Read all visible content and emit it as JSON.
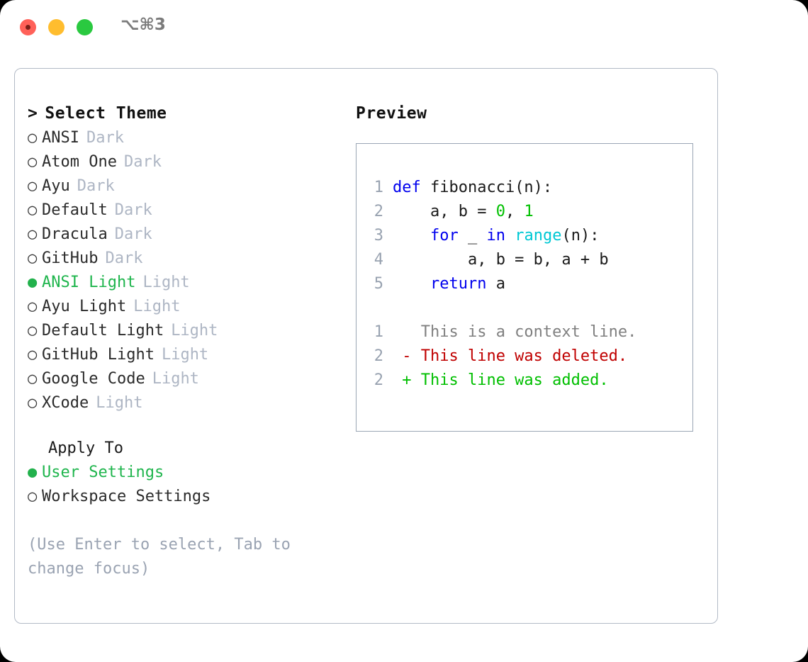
{
  "titlebar": {
    "shortcut": "⌥⌘3",
    "buttons": {
      "close": "close-window",
      "minimize": "minimize-window",
      "maximize": "maximize-window"
    }
  },
  "theme_selector": {
    "header": "Select Theme",
    "caret": ">",
    "bullet_selected": "●",
    "bullet_unselected": "○",
    "items": [
      {
        "name": "ANSI",
        "mode": "Dark",
        "selected": false
      },
      {
        "name": "Atom One",
        "mode": "Dark",
        "selected": false
      },
      {
        "name": "Ayu",
        "mode": "Dark",
        "selected": false
      },
      {
        "name": "Default",
        "mode": "Dark",
        "selected": false
      },
      {
        "name": "Dracula",
        "mode": "Dark",
        "selected": false
      },
      {
        "name": "GitHub",
        "mode": "Dark",
        "selected": false
      },
      {
        "name": "ANSI Light",
        "mode": "Light",
        "selected": true
      },
      {
        "name": "Ayu Light",
        "mode": "Light",
        "selected": false
      },
      {
        "name": "Default Light",
        "mode": "Light",
        "selected": false
      },
      {
        "name": "GitHub Light",
        "mode": "Light",
        "selected": false
      },
      {
        "name": "Google Code",
        "mode": "Light",
        "selected": false
      },
      {
        "name": "XCode",
        "mode": "Light",
        "selected": false
      }
    ]
  },
  "apply_to": {
    "heading": "Apply To",
    "options": [
      {
        "label": "User Settings",
        "selected": true
      },
      {
        "label": "Workspace Settings",
        "selected": false
      }
    ]
  },
  "hint": "(Use Enter to select, Tab to change focus)",
  "preview": {
    "header": "Preview",
    "code": {
      "lines": [
        {
          "number": "1",
          "tokens": [
            {
              "text": "def ",
              "type": "kw"
            },
            {
              "text": "fibonacci(n):",
              "type": "plain"
            }
          ]
        },
        {
          "number": "2",
          "tokens": [
            {
              "text": "    a, b = ",
              "type": "plain"
            },
            {
              "text": "0",
              "type": "num"
            },
            {
              "text": ", ",
              "type": "plain"
            },
            {
              "text": "1",
              "type": "num"
            }
          ]
        },
        {
          "number": "3",
          "tokens": [
            {
              "text": "    ",
              "type": "plain"
            },
            {
              "text": "for",
              "type": "kw"
            },
            {
              "text": " _ ",
              "type": "plain"
            },
            {
              "text": "in",
              "type": "kw"
            },
            {
              "text": " ",
              "type": "plain"
            },
            {
              "text": "range",
              "type": "fn"
            },
            {
              "text": "(n):",
              "type": "plain"
            }
          ]
        },
        {
          "number": "4",
          "tokens": [
            {
              "text": "        a, b = b, a + b",
              "type": "plain"
            }
          ]
        },
        {
          "number": "5",
          "tokens": [
            {
              "text": "    ",
              "type": "plain"
            },
            {
              "text": "return",
              "type": "kw"
            },
            {
              "text": " a",
              "type": "plain"
            }
          ]
        }
      ]
    },
    "diff": {
      "lines": [
        {
          "number": "1",
          "marker": " ",
          "text": "This is a context line.",
          "type": "context"
        },
        {
          "number": "2",
          "marker": "-",
          "text": "This line was deleted.",
          "type": "deleted"
        },
        {
          "number": "2",
          "marker": "+",
          "text": "This line was added.",
          "type": "added"
        }
      ]
    }
  },
  "colors": {
    "selected_green": "#1fb54d",
    "keyword_blue": "#0000ee",
    "function_cyan": "#00c8d4",
    "number_green": "#00c000",
    "diff_deleted": "#c00000",
    "diff_added": "#00bf00",
    "diff_context": "#808080",
    "line_number": "#98a2b0",
    "muted_label": "#aeb6c4",
    "hint_text": "#9aa3b2",
    "panel_border": "#b2bac6",
    "preview_border": "#9aa6b5"
  }
}
